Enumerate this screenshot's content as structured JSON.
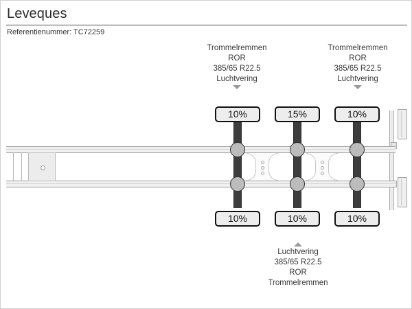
{
  "header": {
    "title": "Leveques",
    "reference_label": "Referentienummer: TC72259"
  },
  "callouts": {
    "top_left": {
      "line1": "Trommelremmen",
      "line2": "ROR",
      "line3": "385/65 R22.5",
      "line4": "Luchtvering",
      "arrow": "triangle-down-icon"
    },
    "top_right": {
      "line1": "Trommelremmen",
      "line2": "ROR",
      "line3": "385/65 R22.5",
      "line4": "Luchtvering",
      "arrow": "triangle-down-icon"
    },
    "bottom": {
      "line1": "Luchtvering",
      "line2": "385/65 R22.5",
      "line3": "ROR",
      "line4": "Trommelremmen",
      "arrow": "triangle-up-icon"
    }
  },
  "diagram": {
    "type": "trailer-axle-schematic",
    "axle_count": 3,
    "wear_badges": {
      "top": [
        "10%",
        "15%",
        "10%"
      ],
      "bottom": [
        "10%",
        "10%",
        "10%"
      ]
    }
  },
  "colors": {
    "page_background": "#ffffff",
    "text": "#2b2b2b",
    "rail_fill": "#f0f0f0",
    "rail_border": "#9e9e9e",
    "axle_fill": "#3d3d3d",
    "hub_fill": "#bcbcbc",
    "badge_fill": "#ededed",
    "badge_border": "#111111",
    "arrow": "#9a9a9a"
  }
}
